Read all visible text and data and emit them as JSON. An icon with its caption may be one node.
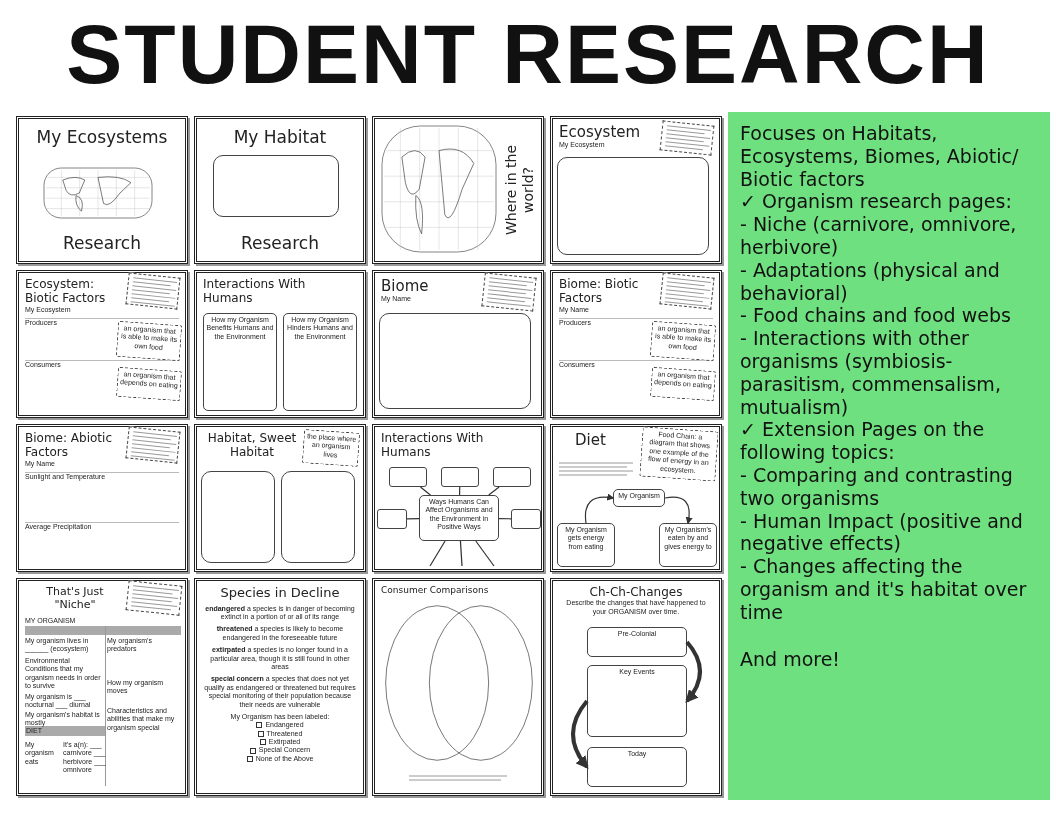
{
  "diagram": {
    "title": "STUDENT RESEARCH",
    "nodes": [
      {
        "text": [
          "My Ecosystems",
          "Research"
        ]
      },
      {
        "text": [
          "My Habitat",
          "Research"
        ]
      },
      {
        "text": [
          "Where in the world?"
        ]
      },
      {
        "text": [
          "Ecosystem",
          "My Ecosystem"
        ]
      },
      {
        "text": [
          "Ecosystem: Biotic Factors",
          "My Ecosystem",
          "Producers",
          "Consumers"
        ]
      },
      {
        "text": [
          "an organism that is able to make its own food"
        ],
        "in": 4
      },
      {
        "text": [
          "an organism that depends on eating"
        ],
        "in": 4
      },
      {
        "text": [
          "Interactions With Humans"
        ]
      },
      {
        "text": [
          "How my Organism Benefits Humans and the Environment"
        ],
        "in": 7
      },
      {
        "text": [
          "How my Organism Hinders Humans and the Environment"
        ],
        "in": 7
      },
      {
        "text": [
          "Biome",
          "My Name"
        ]
      },
      {
        "text": [
          "Biome: Biotic Factors",
          "My Name",
          "Producers",
          "Consumers"
        ]
      },
      {
        "text": [
          "an organism that is able to make its own food"
        ],
        "in": 11
      },
      {
        "text": [
          "an organism that depends on eating"
        ],
        "in": 11
      },
      {
        "text": [
          "Biome: Abiotic Factors",
          "My Name",
          "Sunlight and Temperature",
          "Average Precipitation"
        ]
      },
      {
        "text": [
          "Habitat, Sweet Habitat"
        ]
      },
      {
        "text": [
          "the place where an organism lives"
        ],
        "in": 15
      },
      {
        "text": [
          "Interactions With Humans"
        ]
      },
      {
        "text": [],
        "shape": "box",
        "in": 17
      },
      {
        "text": [],
        "shape": "box",
        "in": 17
      },
      {
        "text": [],
        "shape": "box",
        "in": 17
      },
      {
        "text": [],
        "shape": "box",
        "in": 17
      },
      {
        "text": [
          "Ways Humans Can Affect Organisms and the Environment in Positive Ways"
        ],
        "in": 17
      },
      {
        "text": [],
        "shape": "box",
        "in": 17
      },
      {
        "text": [
          "Diet"
        ]
      },
      {
        "text": [
          "Food Chain: a diagram that shows one example of the flow of energy in an ecosystem."
        ],
        "in": 24
      },
      {
        "text": [
          "My Organism"
        ],
        "in": 24
      },
      {
        "text": [
          "My Organism gets energy from eating"
        ],
        "in": 24
      },
      {
        "text": [
          "My Organism's eaten by and gives energy to"
        ],
        "in": 24
      },
      {
        "text": [
          "That's Just \"Niche\"",
          "MY ORGANISM",
          "My organism lives in ______ (ecosystem)",
          "Environmental Conditions that my organism needs in order to survive",
          "My organism's predators",
          "How my organism moves",
          "Characteristics and abilities that make my organism special",
          "My organism is ___ nocturnal ___ diurnal",
          "My organism's habitat is mostly",
          "DIET",
          "My organism eats",
          "It's a(n): ___ carnivore ___ herbivore ___ omnivore"
        ]
      },
      {
        "text": [
          "Species in Decline",
          "**endangered** a species is in danger of becoming extinct in a portion of or all of its range",
          "**threatened** a species is likely to become endangered in the foreseeable future",
          "**extirpated** a species is no longer found in a particular area, though it is still found in other areas",
          "**special concern** a species that does not yet qualify as endangered or threatened but requires special monitoring of their population because their needs are vulnerable",
          "My Organism has been labeled:",
          "Endangered",
          "Threatened",
          "Extirpated",
          "Special Concern",
          "None of the Above"
        ]
      },
      {
        "text": [
          "Consumer Comparisons"
        ]
      },
      {
        "text": [
          "Ch-Ch-Changes",
          "Describe the changes that have happened to your ORGANISM over time."
        ]
      },
      {
        "text": [
          "Pre-Colonial"
        ],
        "in": 32
      },
      {
        "text": [
          "Key Events"
        ],
        "in": 32
      },
      {
        "text": [
          "Today"
        ],
        "in": 32
      },
      {
        "text": [
          "Focuses on Habitats, Ecosystems, Biomes, Abiotic/ Biotic factors",
          "✓ Organism research pages:",
          "- Niche (carnivore, omnivore, herbivore)",
          "- Adaptations (physical and behavioral)",
          "- Food chains and food webs",
          "- Interactions with other organisms (symbiosis- parasitism, commensalism, mutualism)",
          "✓ Extension Pages on the following topics:",
          "- Comparing and contrasting two organisms",
          "- Human Impact (positive and negative effects)",
          "- Changes affecting the organism and it's habitat over time",
          "And more!"
        ]
      }
    ],
    "edges": [
      {
        "from": 22,
        "to": 18,
        "arrow": "none"
      },
      {
        "from": 22,
        "to": 19,
        "arrow": "none"
      },
      {
        "from": 22,
        "to": 20,
        "arrow": "none"
      },
      {
        "from": 22,
        "to": 21,
        "arrow": "none"
      },
      {
        "from": 22,
        "to": 23,
        "arrow": "none"
      },
      {
        "from": 22,
        "to": null,
        "arrow": "none"
      },
      {
        "from": 22,
        "to": null,
        "arrow": "none"
      },
      {
        "from": 22,
        "to": null,
        "arrow": "none"
      },
      {
        "from": 27,
        "to": 26,
        "arrow": "to"
      },
      {
        "from": 26,
        "to": 28,
        "arrow": "to"
      },
      {
        "from": 33,
        "to": 34,
        "arrow": "to",
        "style": "thick"
      },
      {
        "from": 34,
        "to": 35,
        "arrow": "to",
        "style": "thick"
      }
    ]
  }
}
